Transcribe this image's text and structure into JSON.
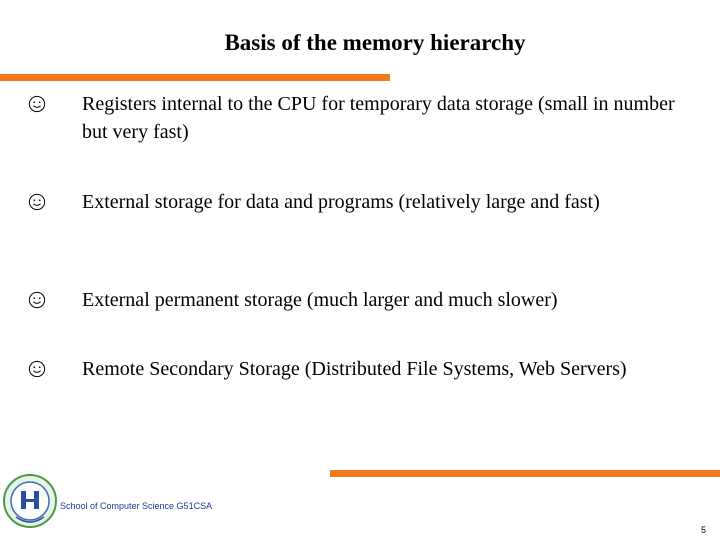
{
  "slide": {
    "title": "Basis of the memory hierarchy",
    "accent_color": "#f07a1a",
    "bullets": [
      {
        "icon": "smiley-icon",
        "text": "Registers internal to the CPU for temporary data storage (small in number but very fast)"
      },
      {
        "icon": "smiley-icon",
        "text": "External storage for data and programs (relatively large and fast)"
      },
      {
        "icon": "smiley-icon",
        "text": "External permanent storage (much larger and much slower)"
      },
      {
        "icon": "smiley-icon",
        "text": "Remote Secondary Storage (Distributed File Systems, Web Servers)"
      }
    ],
    "footer": "School of Computer Science G51CSA",
    "page_number": "5"
  }
}
